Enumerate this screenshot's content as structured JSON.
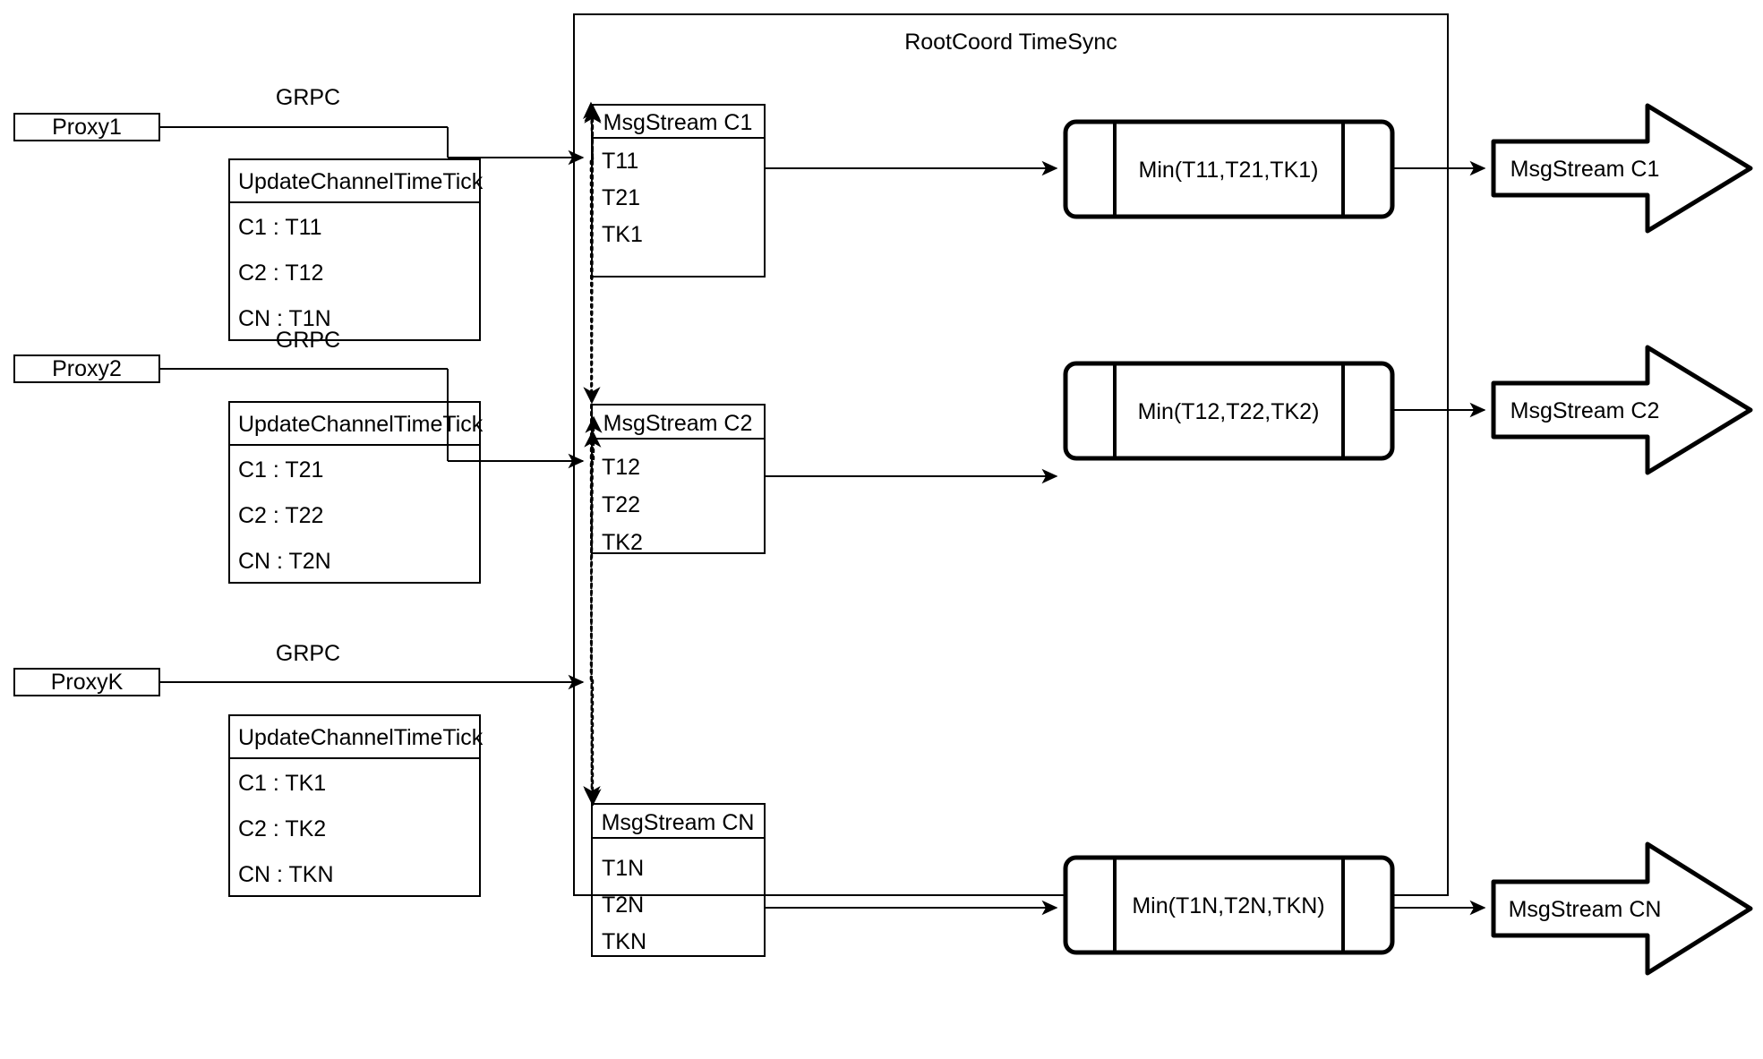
{
  "container": {
    "title": "RootCoord TimeSync"
  },
  "rows": [
    {
      "proxy": "Proxy1",
      "grpc_label": "GRPC",
      "table": {
        "header": "UpdateChannelTimeTick",
        "entries": [
          "C1 :  T11",
          "C2 :  T12",
          "CN : T1N"
        ]
      },
      "msgstream": {
        "header": "MsgStream C1",
        "entries": [
          "T11",
          "T21",
          "TK1"
        ]
      },
      "min_label": "Min(T11,T21,TK1)",
      "output_label": "MsgStream C1"
    },
    {
      "proxy": "Proxy2",
      "grpc_label": "GRPC",
      "table": {
        "header": "UpdateChannelTimeTick",
        "entries": [
          "C1 :  T21",
          "C2 :  T22",
          "CN : T2N"
        ]
      },
      "msgstream": {
        "header": "MsgStream C2",
        "entries": [
          "T12",
          "T22",
          "TK2"
        ]
      },
      "min_label": "Min(T12,T22,TK2)",
      "output_label": "MsgStream C2"
    },
    {
      "proxy": "ProxyK",
      "grpc_label": "GRPC",
      "table": {
        "header": "UpdateChannelTimeTick",
        "entries": [
          "C1 :  TK1",
          "C2 :  TK2",
          "CN : TKN"
        ]
      },
      "msgstream": {
        "header": "MsgStream CN",
        "entries": [
          "T1N",
          "T2N",
          "TKN"
        ]
      },
      "min_label": "Min(T1N,T2N,TKN)",
      "output_label": "MsgStream CN"
    }
  ],
  "colors": {
    "stroke": "#000000",
    "fill": "#ffffff"
  }
}
